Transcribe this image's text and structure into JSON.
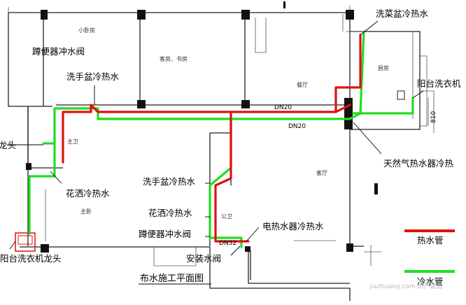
{
  "title": "布水施工平面图",
  "rooms": {
    "small_bedroom": "小卧房",
    "guest_study": "客房、书房",
    "restaurant": "餐厅",
    "kitchen": "厨房",
    "master_bath": "主卫",
    "master_bedroom": "主卧",
    "living_room": "客厅",
    "common_bath": "公卫"
  },
  "pipe_sizes": {
    "dn20_a": "DN20",
    "dn20_b": "DN20",
    "dn32": "DN32"
  },
  "dimension": "810",
  "labels": {
    "toilet_flush_valve_top": "蹲便器冲水阀",
    "basin_hot_cold_left": "洗手盆冷热水",
    "faucet_left": "龙头",
    "shower_hot_cold_left": "花洒冷热水",
    "balcony_washer_faucet_bottom": "阳台洗衣机龙头",
    "sink_hot_cold_top": "洗菜盆冷热水",
    "balcony_washer_right": "阳台洗衣机",
    "gas_heater_hot_cold": "天然气热水器冷热",
    "basin_hot_cold_mid": "洗手盆冷热水",
    "shower_hot_cold_mid": "花洒冷热水",
    "toilet_flush_valve_mid": "蹲便器冲水阀",
    "electric_heater_hot_cold": "电热水器冷热水",
    "install_valve": "安装水阀"
  },
  "legend": {
    "hot": {
      "label": "热水管",
      "color": "#e01010"
    },
    "cold": {
      "label": "冷水管",
      "color": "#22dd22"
    }
  },
  "watermark": "jiazhuang.com 房产家居"
}
